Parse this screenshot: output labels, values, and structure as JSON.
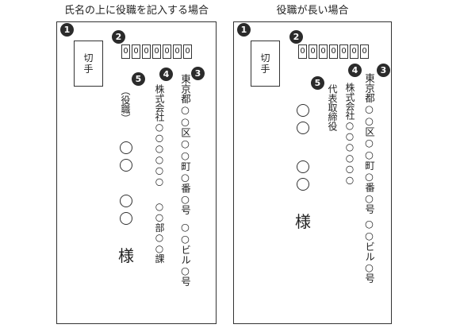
{
  "left": {
    "caption": "氏名の上に役職を記入する場合",
    "badges": [
      "1",
      "2",
      "3",
      "4",
      "5"
    ],
    "stamp": [
      "切",
      "手"
    ],
    "zip": [
      "0",
      "0",
      "0",
      "0",
      "0",
      "0",
      "0"
    ],
    "address_1": "東京都○○区○○町○番○号",
    "address_2": "○○ビル○号",
    "company": "株式会社○○○○○○",
    "department": "○○部○○課",
    "title": "（役職）",
    "name_circles": 4,
    "honorific": "様"
  },
  "right": {
    "caption": "役職が長い場合",
    "badges": [
      "1",
      "2",
      "3",
      "4",
      "5"
    ],
    "stamp": [
      "切",
      "手"
    ],
    "zip": [
      "0",
      "0",
      "0",
      "0",
      "0",
      "0",
      "0"
    ],
    "address_1": "東京都○○区○○町○番○号",
    "address_2": "○○ビル○号",
    "company": "株式会社○○○○○○",
    "title": "代表取締役",
    "name_circles": 4,
    "honorific": "様"
  }
}
